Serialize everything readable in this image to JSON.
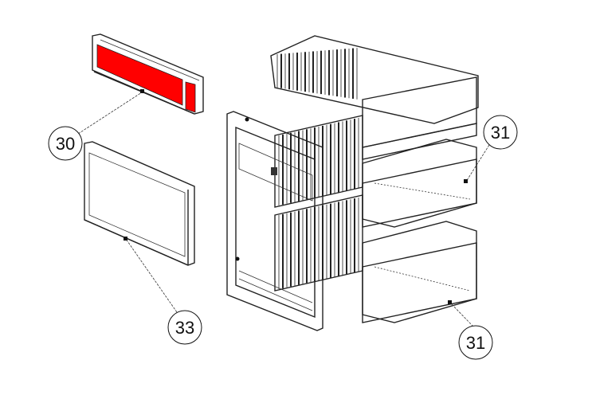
{
  "diagram": {
    "type": "exploded-parts-view",
    "highlight_color": "#ff0000",
    "callouts": [
      {
        "id": "callout-30",
        "label": "30",
        "part": "top-trim-panel-highlighted"
      },
      {
        "id": "callout-31a",
        "label": "31",
        "part": "middle-drawer-shelf"
      },
      {
        "id": "callout-33",
        "label": "33",
        "part": "front-door-panel"
      },
      {
        "id": "callout-31b",
        "label": "31",
        "part": "lower-drawer-shelf"
      }
    ]
  }
}
